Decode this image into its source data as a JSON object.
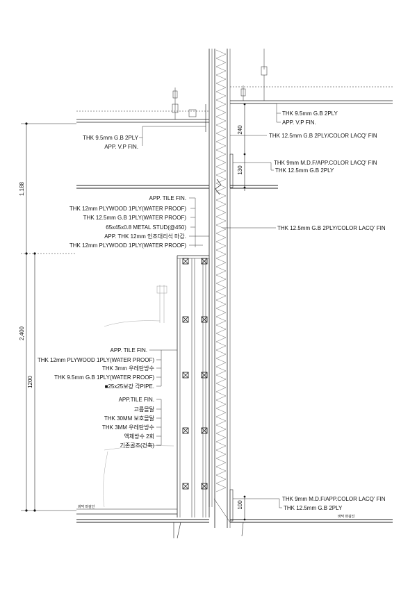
{
  "left_notes": [
    "THK 9.5mm G.B 2PLY",
    "APP. V.P FIN.",
    "APP. TILE FIN.",
    "THK 12mm PLYWOOD 1PLY(WATER PROOF)",
    "THK 12.5mm G.B 1PLY(WATER PROOF)",
    "65x45x0.8 METAL STUD(@450)",
    "APP. THK 12mm 인조대리석 마감.",
    "THK 12mm PLYWOOD 1PLY(WATER PROOF)",
    "APP. TILE FIN.",
    "THK 12mm PLYWOOD 1PLY(WATER PROOF)",
    "THK 3mm 우레탄방수",
    "THK 9.5mm G.B 1PLY(WATER PROOF)",
    "■25x25보강 각PIPE.",
    "APP.TILE FIN.",
    "고름몰탈",
    "THK 30MM 보호몰탈",
    "THK 3MM 우레탄방수",
    "액체방수 2회",
    "기존골조(건축)"
  ],
  "right_notes": [
    "THK 9.5mm G.B 2PLY",
    "APP. V.P FIN.",
    "THK 12.5mm G.B 2PLY/COLOR LACQ' FIN",
    "THK 9mm M.D.F/APP.COLOR LACQ' FIN",
    "THK 12.5mm G.B 2PLY",
    "THK 12.5mm G.B 2PLY/COLOR LACQ' FIN",
    "THK 9mm M.D.F/APP.COLOR LACQ' FIN",
    "THK 12.5mm G.B 2PLY"
  ],
  "dimensions": {
    "left_total": "2,400",
    "left_upper": "1,188",
    "left_lower": "1200",
    "right_240": "240",
    "right_130": "130",
    "right_100": "100"
  },
  "floor_labels": {
    "left": "바닥 마감선",
    "right": "바닥 마감선"
  }
}
